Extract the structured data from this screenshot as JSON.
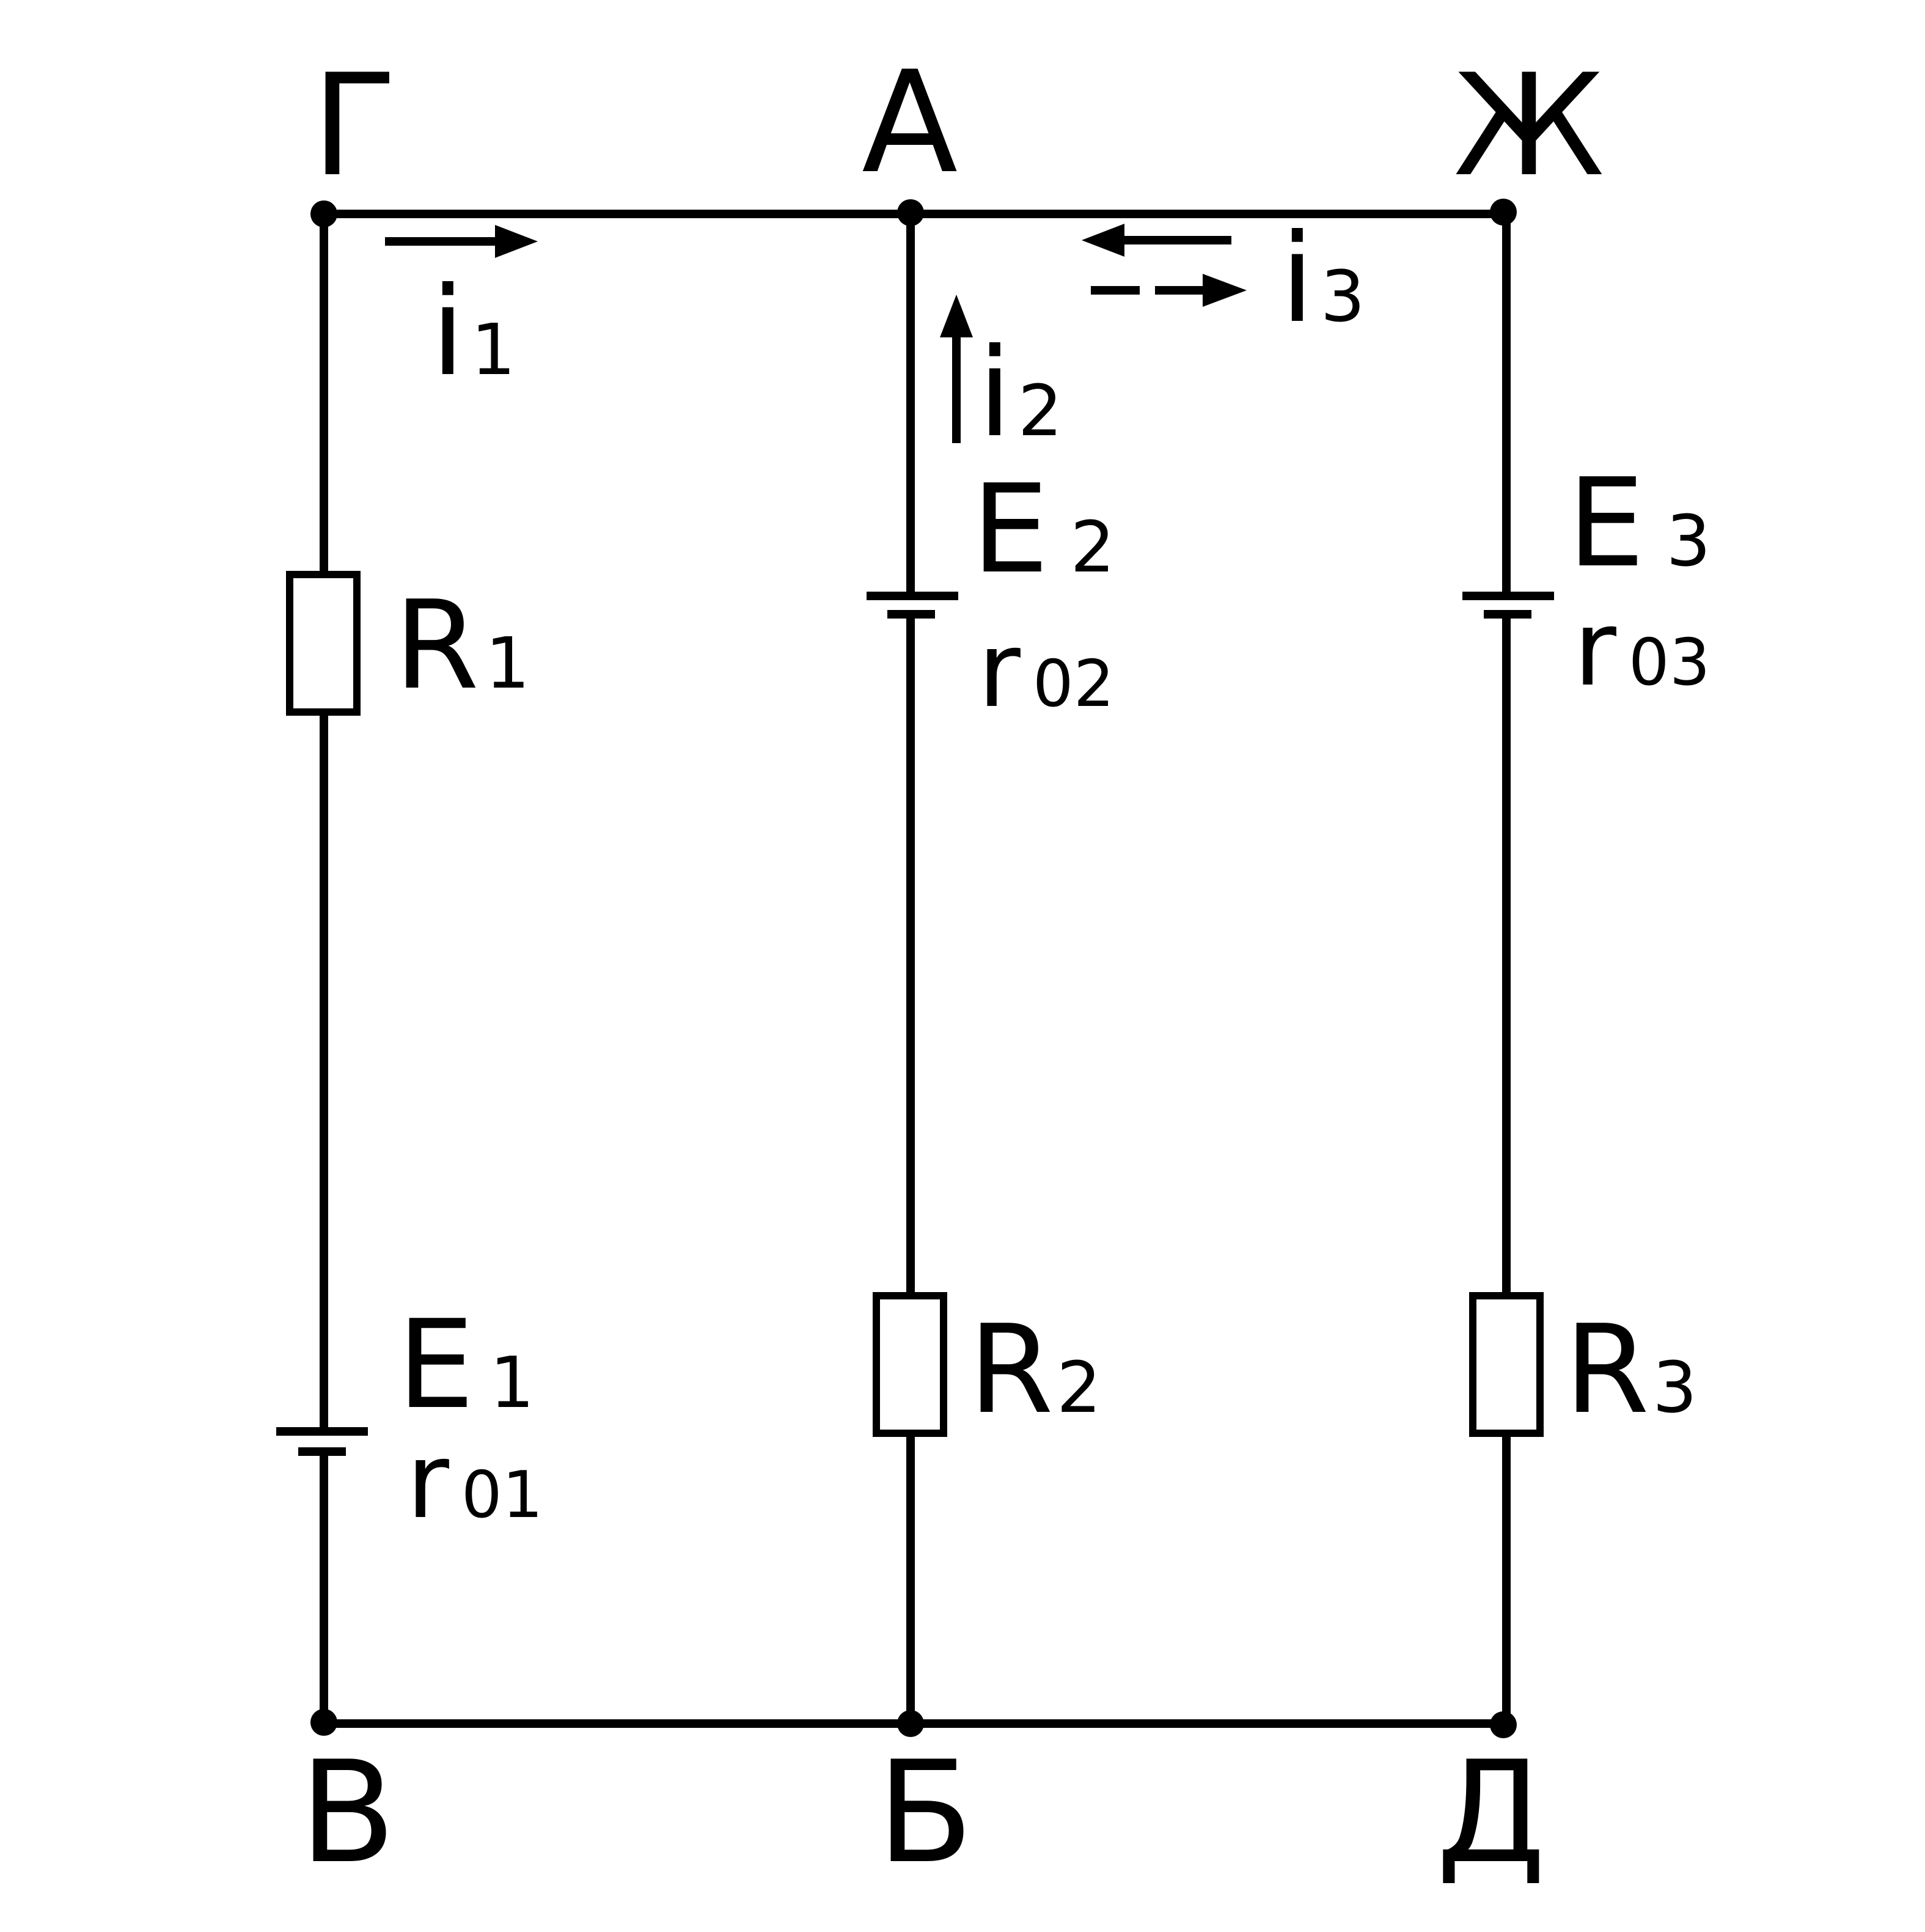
{
  "nodes": {
    "G": "Г",
    "A": "А",
    "Zh": "Ж",
    "V": "В",
    "B": "Б",
    "D": "Д"
  },
  "currents": {
    "i1": {
      "symbol": "i",
      "index": "1"
    },
    "i2": {
      "symbol": "i",
      "index": "2"
    },
    "i3": {
      "symbol": "i",
      "index": "3"
    }
  },
  "emf": {
    "e1": {
      "symbol": "E",
      "index": "1"
    },
    "e2": {
      "symbol": "E",
      "index": "2"
    },
    "e3": {
      "symbol": "E",
      "index": "3"
    }
  },
  "internal_resistance": {
    "r1": {
      "symbol": "r",
      "index": "01"
    },
    "r2": {
      "symbol": "r",
      "index": "02"
    },
    "r3": {
      "symbol": "r",
      "index": "03"
    }
  },
  "resistors": {
    "R1": {
      "symbol": "R",
      "index": "1"
    },
    "R2": {
      "symbol": "R",
      "index": "2"
    },
    "R3": {
      "symbol": "R",
      "index": "3"
    }
  }
}
